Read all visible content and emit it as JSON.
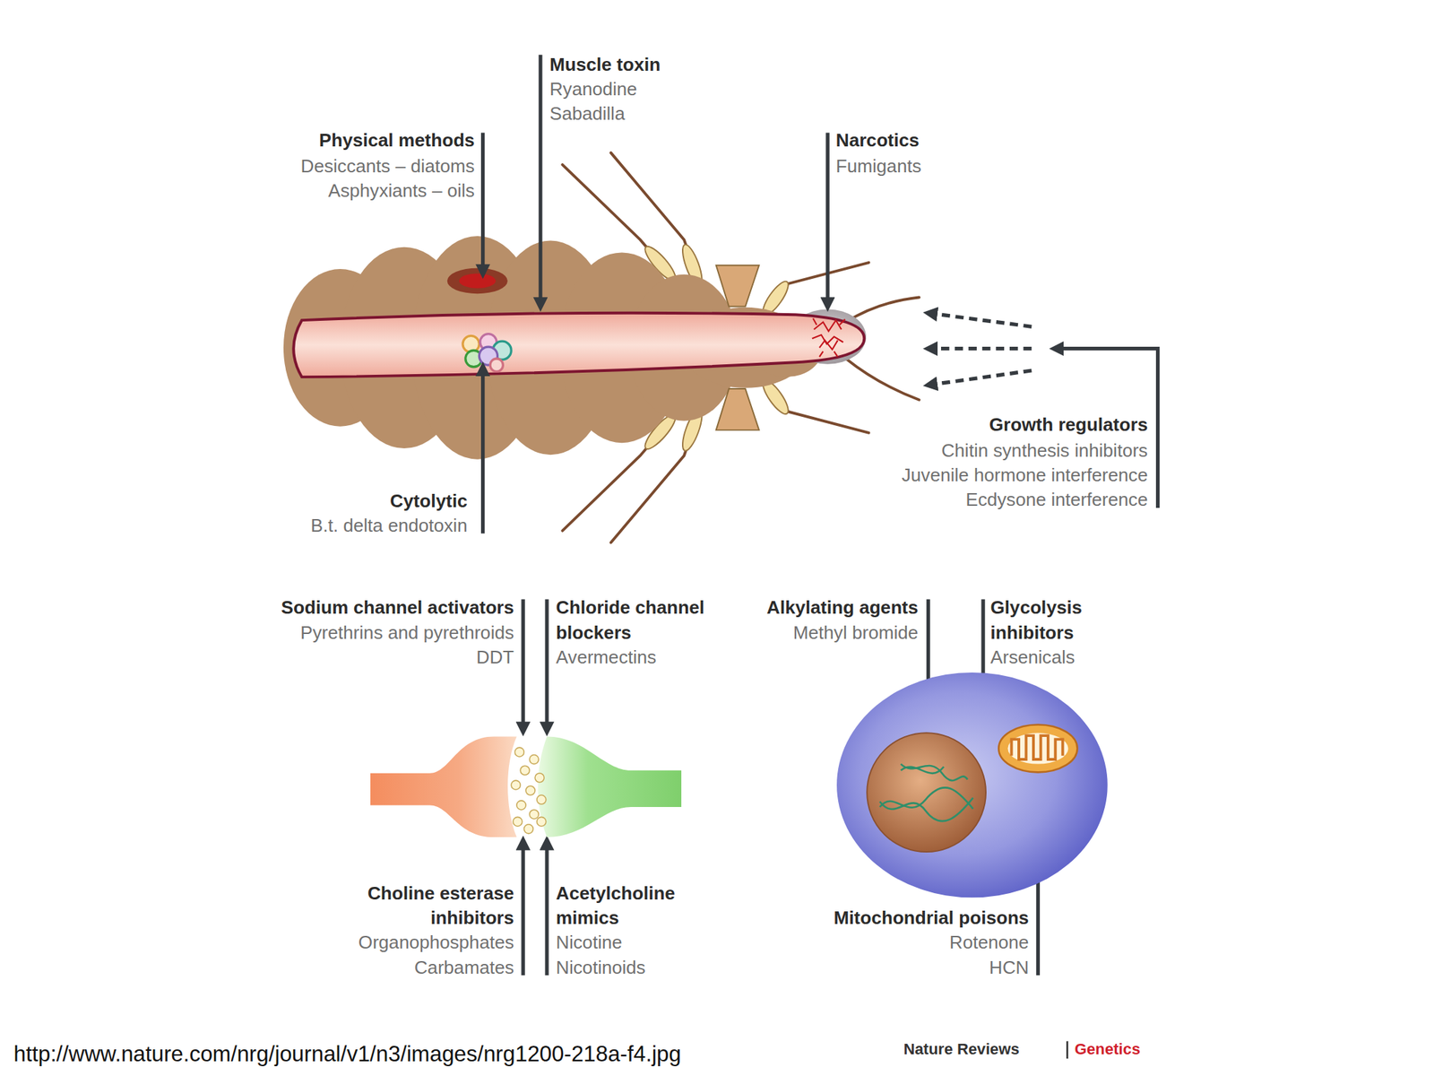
{
  "diagram": {
    "labels": [
      "Muscle toxin",
      "Ryanodine",
      "Sabadilla",
      "Physical methods",
      "Desiccants – diatoms",
      "Asphyxiants – oils",
      "Narcotics",
      "Fumigants",
      "Growth regulators",
      "Chitin synthesis inhibitors",
      "Juvenile hormone interference",
      "Ecdysone interference",
      "Cytolytic",
      "B.t. delta endotoxin",
      "Sodium channel activators",
      "Pyrethrins and pyrethroids",
      "DDT",
      "Chloride channel blockers",
      "Avermectins",
      "Alkylating agents",
      "Methyl bromide",
      "Glycolysis inhibitors",
      "Arsenicals",
      "Choline esterase inhibitors",
      "Organophosphates",
      "Carbamates",
      "Acetylcholine mimics",
      "Nicotine",
      "Nicotinoids",
      "Mitochondrial poisons",
      "Rotenone",
      "HCN",
      "http://www.nature.com/nrg/journal/v1/n3/images/nrg1200-218a-f4.jpg",
      "Nature Reviews",
      "Genetics"
    ]
  }
}
